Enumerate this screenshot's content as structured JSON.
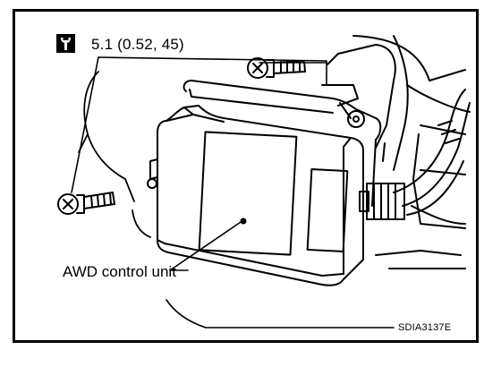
{
  "labels": {
    "torque": "5.1 (0.52, 45)",
    "component": "AWD control unit",
    "figure_code": "SDIA3137E"
  },
  "icons": {
    "torque_symbol": "torque-wrench-icon"
  },
  "colors": {
    "ink": "#000000",
    "paper": "#ffffff"
  }
}
